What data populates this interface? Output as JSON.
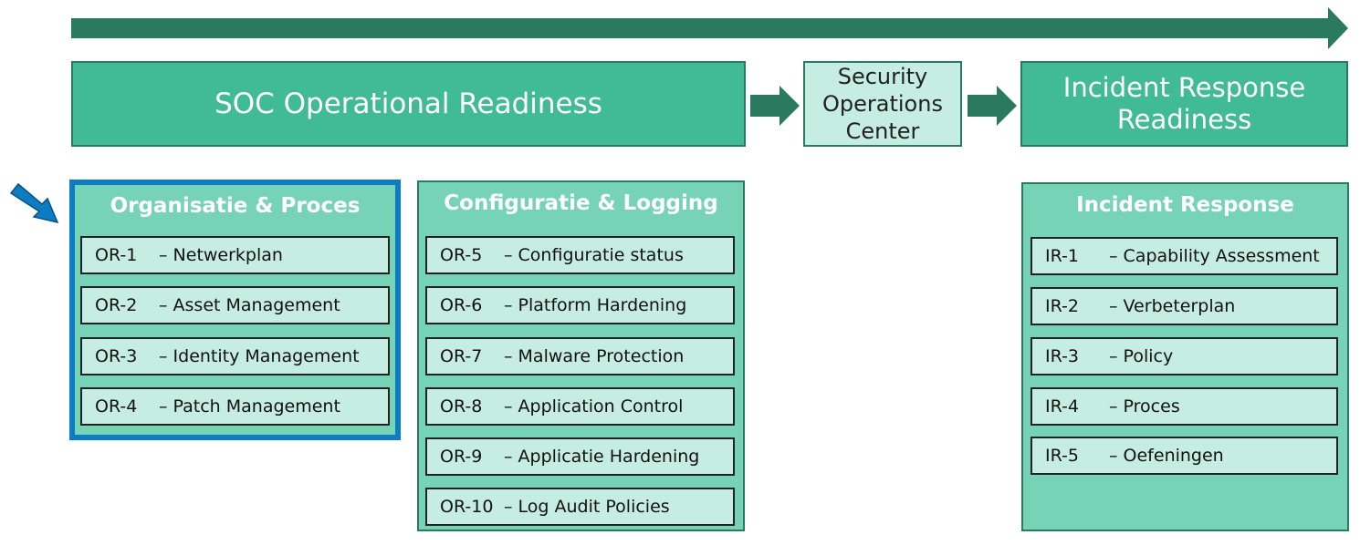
{
  "colors": {
    "phase_fill": "#40bb93",
    "phase_light_fill": "#c6ede1",
    "group_fill": "#77d3b6",
    "item_fill": "#c6ede1",
    "border_dark": "#2a7a60",
    "arrow_dark": "#2a7a60",
    "selection_blue": "#0c7cc3"
  },
  "phases": [
    {
      "label": "SOC Operational Readiness"
    },
    {
      "label": "Security\nOperations\nCenter"
    },
    {
      "label": "Incident Response\nReadiness"
    }
  ],
  "groups": {
    "organisatie": {
      "title": "Organisatie & Proces",
      "selected": true,
      "items": [
        {
          "code": "OR-1",
          "label": "– Netwerkplan"
        },
        {
          "code": "OR-2",
          "label": "– Asset Management"
        },
        {
          "code": "OR-3",
          "label": "– Identity Management"
        },
        {
          "code": "OR-4",
          "label": "– Patch Management"
        }
      ]
    },
    "configuratie": {
      "title": "Configuratie & Logging",
      "items": [
        {
          "code": "OR-5",
          "label": "– Configuratie status"
        },
        {
          "code": "OR-6",
          "label": "– Platform Hardening"
        },
        {
          "code": "OR-7",
          "label": "– Malware Protection"
        },
        {
          "code": "OR-8",
          "label": "– Application Control"
        },
        {
          "code": "OR-9",
          "label": "– Applicatie Hardening"
        },
        {
          "code": "OR-10",
          "label": "– Log Audit Policies"
        }
      ]
    },
    "incident": {
      "title": "Incident Response",
      "items": [
        {
          "code": "IR-1",
          "label": "– Capability Assessment"
        },
        {
          "code": "IR-2",
          "label": "– Verbeterplan"
        },
        {
          "code": "IR-3",
          "label": "– Policy"
        },
        {
          "code": "IR-4",
          "label": "– Proces"
        },
        {
          "code": "IR-5",
          "label": "– Oefeningen"
        }
      ]
    }
  },
  "icons": {
    "timeline": "arrow-right-icon",
    "connector": "arrow-right-icon",
    "pointer": "arrow-pointer-icon"
  }
}
